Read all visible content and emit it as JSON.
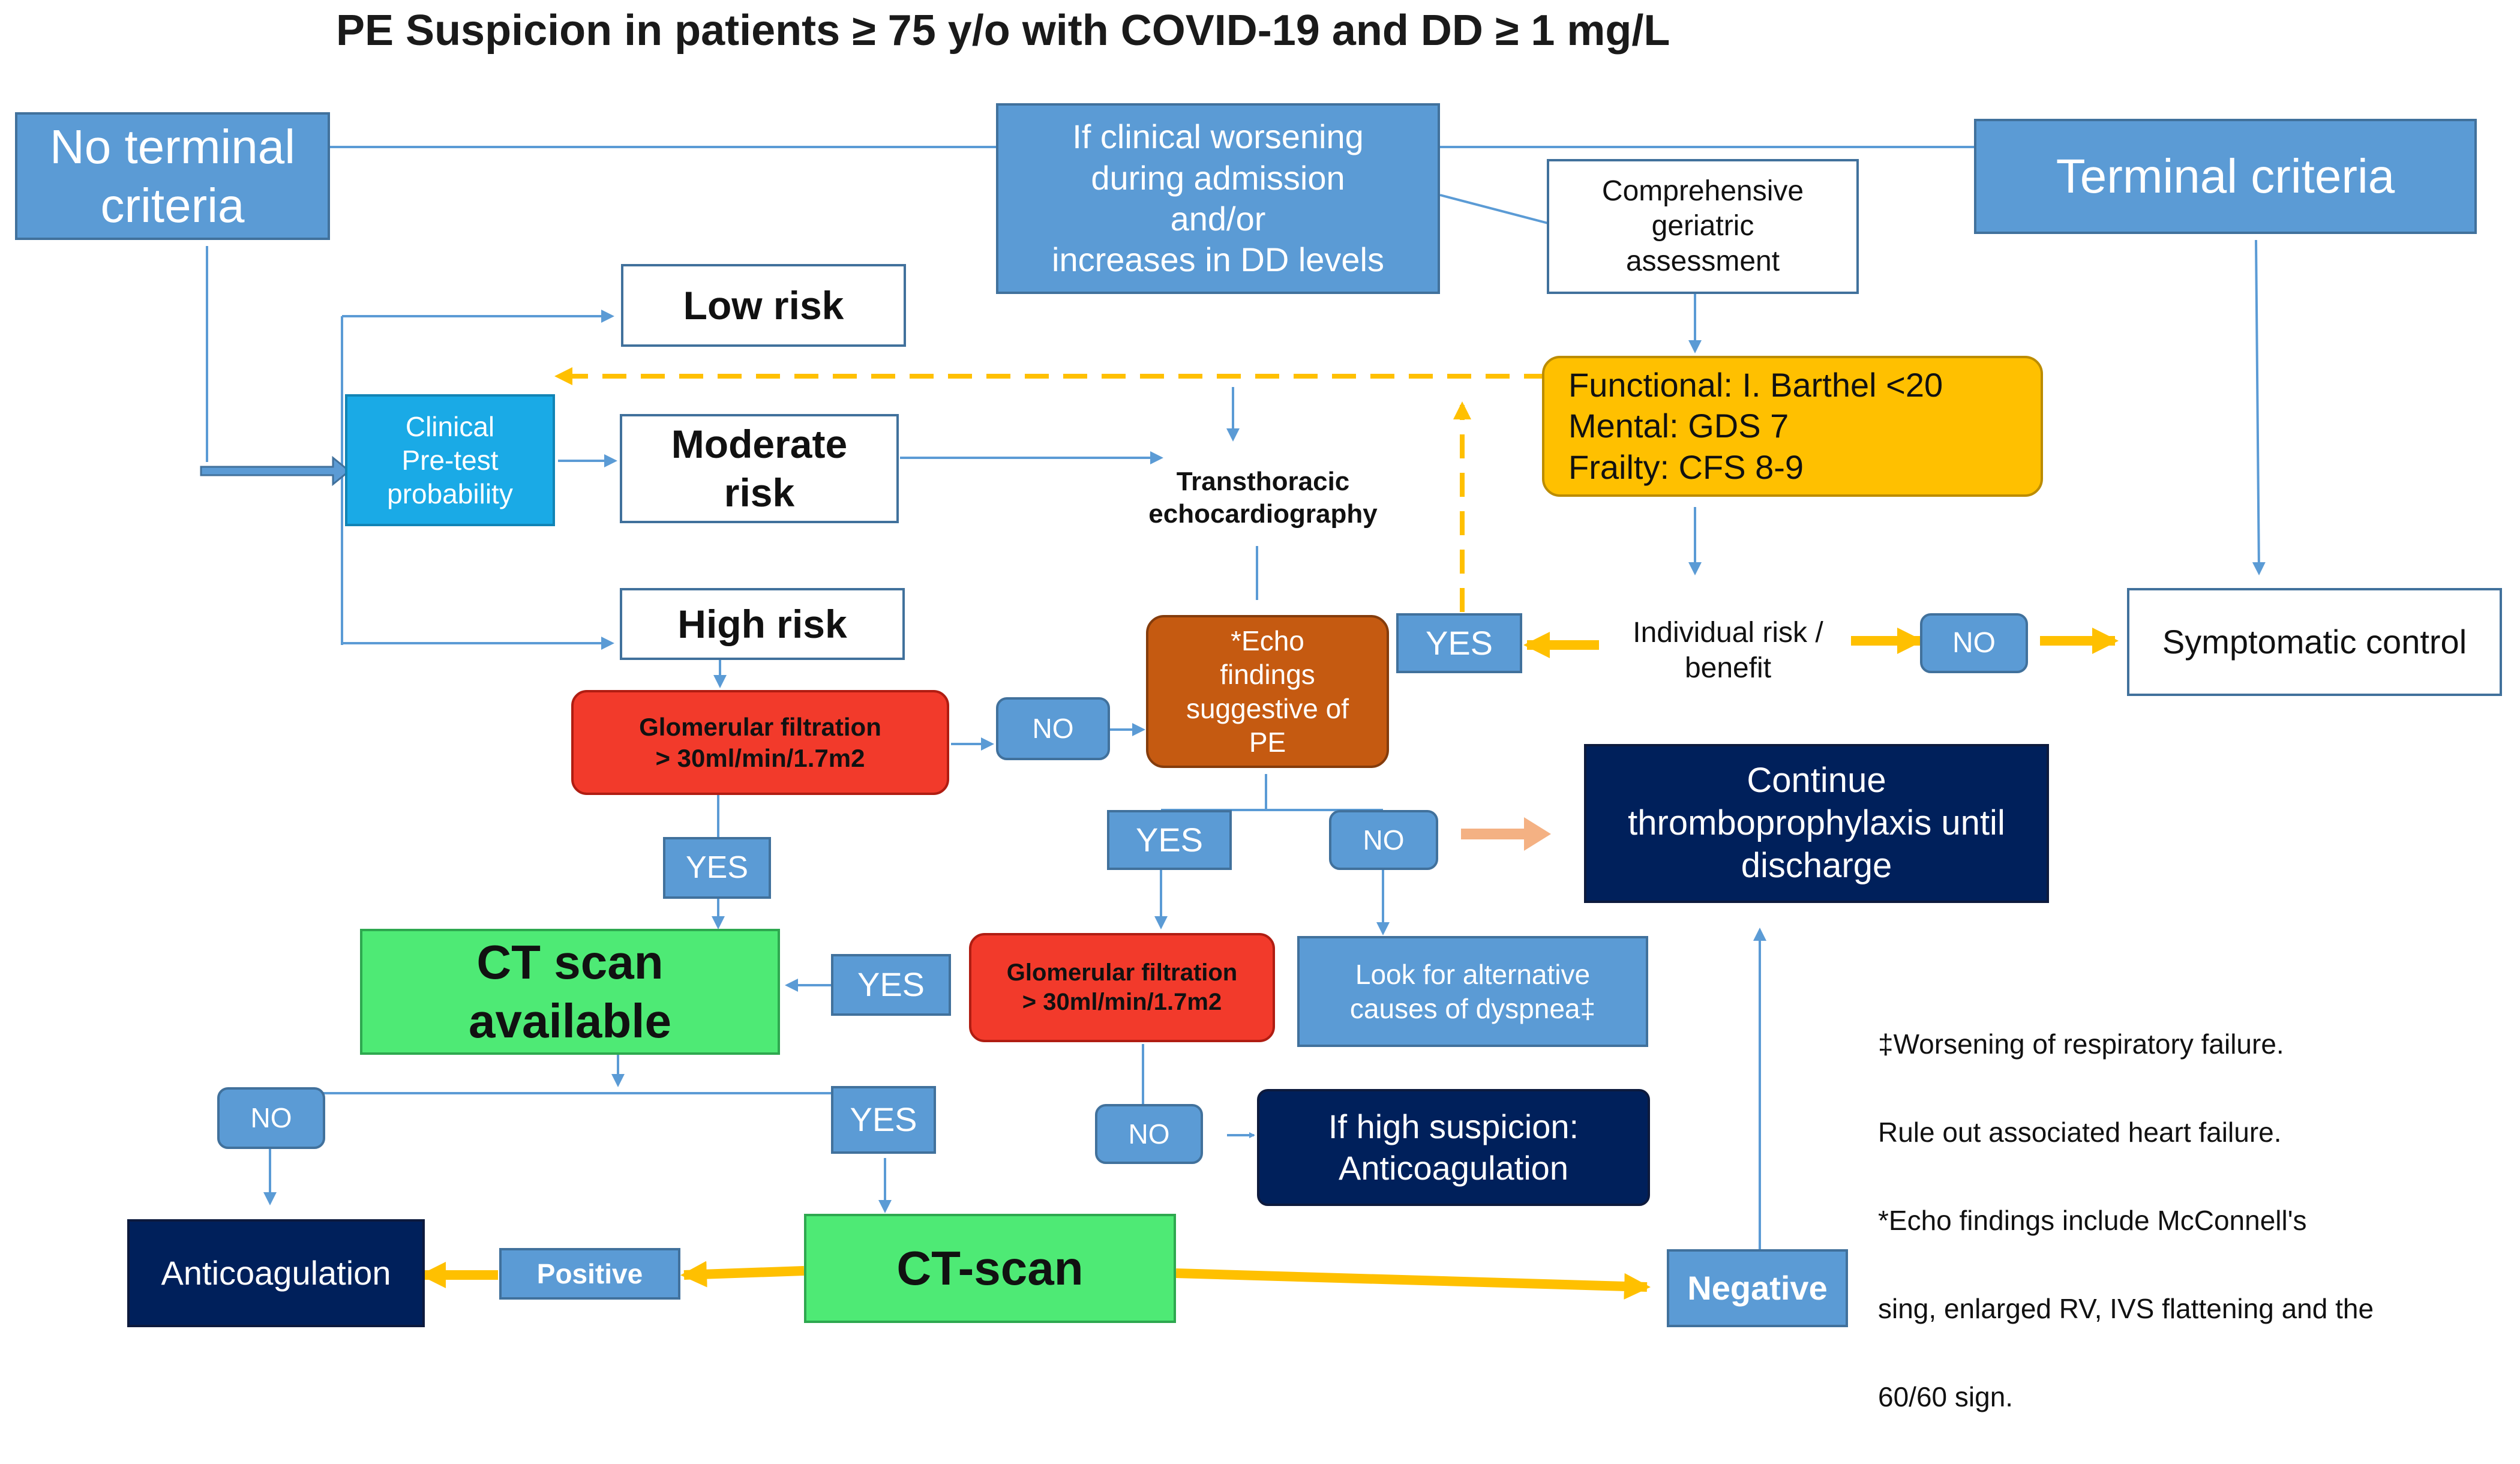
{
  "title": "PE Suspicion in patients ≥ 75 y/o with COVID-19 and DD ≥ 1 mg/L",
  "nodes": {
    "no_terminal": "No terminal\ncriteria",
    "worsening": "If clinical worsening\nduring admission\nand/or\nincreases in DD levels",
    "cga": "Comprehensive\ngeriatric\nassessment",
    "terminal": "Terminal criteria",
    "low_risk": "Low risk",
    "pretest": "Clinical\nPre-test\nprobability",
    "moderate_risk": "Moderate\nrisk",
    "tte": "Transthoracic\nechocardiography",
    "barthel": "Functional: I. Barthel <20\nMental: GDS 7\nFrailty: CFS 8-9",
    "high_risk": "High risk",
    "echo_findings": "*Echo\nfindings\nsuggestive of\nPE",
    "yes_top": "YES",
    "individual": "Individual risk /\nbenefit",
    "no_right": "NO",
    "symptomatic": "Symptomatic control",
    "gfr1": "Glomerular filtration\n> 30ml/min/1.7m2",
    "no_gfr1": "NO",
    "continue": "Continue\nthromboprophylaxis until\ndischarge",
    "yes_gfr1": "YES",
    "yes_echo": "YES",
    "no_echo": "NO",
    "ct_available": "CT scan\navailable",
    "yes_ct": "YES",
    "gfr2": "Glomerular filtration\n> 30ml/min/1.7m2",
    "look_alt": "Look for alternative\ncauses of dyspnea‡",
    "no_ct_avail": "NO",
    "yes_ct_avail": "YES",
    "no_gfr2": "NO",
    "high_suspicion": "If high suspicion:\nAnticoagulation",
    "anticoag": "Anticoagulation",
    "positive": "Positive",
    "ct_scan": "CT-scan",
    "negative": "Negative"
  },
  "notes": [
    "‡Worsening of respiratory failure.",
    "  Rule out associated heart failure.",
    "*Echo findings include  McConnell's",
    "  sing, enlarged RV, IVS flattening and the",
    "  60/60 sign."
  ],
  "colors": {
    "blue": "#5b9bd5",
    "cyan": "#1aaae6",
    "navy": "#00205b",
    "red": "#f23a2b",
    "orange": "#c55a11",
    "gold": "#ffc000",
    "green": "#4eea75",
    "connector": "#5b9bd5",
    "dashed_connector": "#ffc000",
    "salmon_arrow": "#f4b183"
  }
}
